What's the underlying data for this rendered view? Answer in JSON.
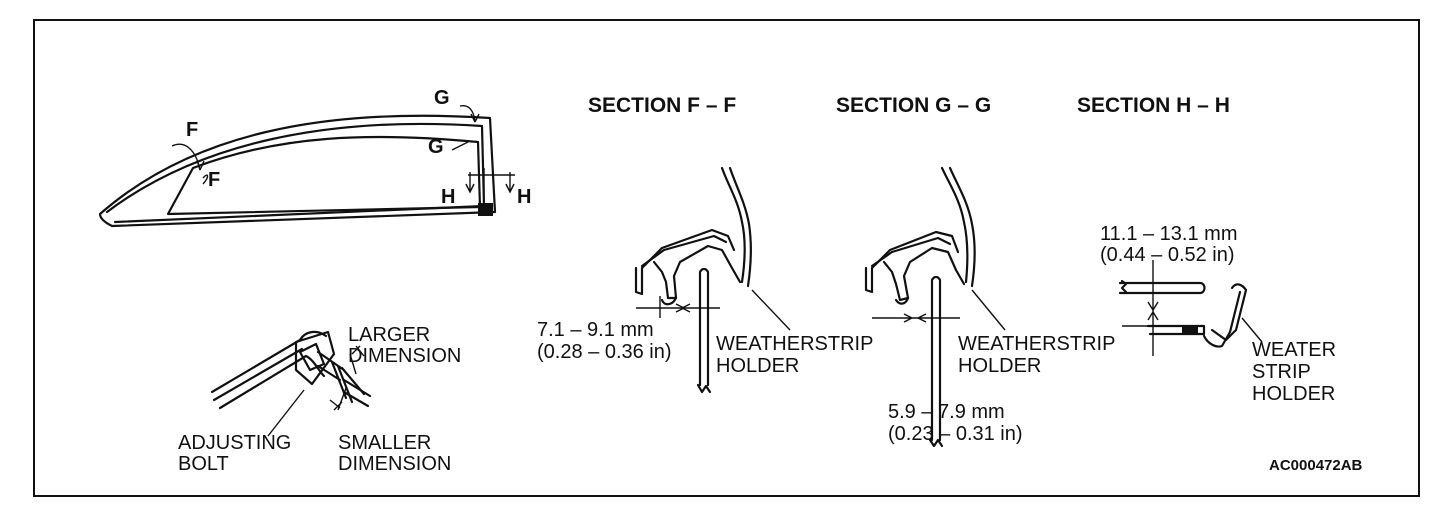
{
  "sections": {
    "f": "SECTION F – F",
    "g": "SECTION G – G",
    "h": "SECTION H – H"
  },
  "markers": {
    "f_top": "F",
    "f_bottom": "F",
    "g_top": "G",
    "g_bottom": "G",
    "h_left": "H",
    "h_right": "H"
  },
  "dims": {
    "f_mm": "7.1 – 9.1 mm",
    "f_in": "(0.28 – 0.36 in)",
    "g_mm": "5.9 – 7.9 mm",
    "g_in": "(0.23 – 0.31 in)",
    "h_mm": "11.1 – 13.1 mm",
    "h_in": "(0.44 – 0.52 in)"
  },
  "labels": {
    "f_holder_1": "WEATHERSTRIP",
    "f_holder_2": "HOLDER",
    "g_holder_1": "WEATHERSTRIP",
    "g_holder_2": "HOLDER",
    "h_holder_1": "WEATER",
    "h_holder_2": "STRIP",
    "h_holder_3": "HOLDER",
    "larger_1": "LARGER",
    "larger_2": "DIMENSION",
    "smaller_1": "SMALLER",
    "smaller_2": "DIMENSION",
    "adjust_1": "ADJUSTING",
    "adjust_2": "BOLT"
  },
  "figure_code": "AC000472AB"
}
